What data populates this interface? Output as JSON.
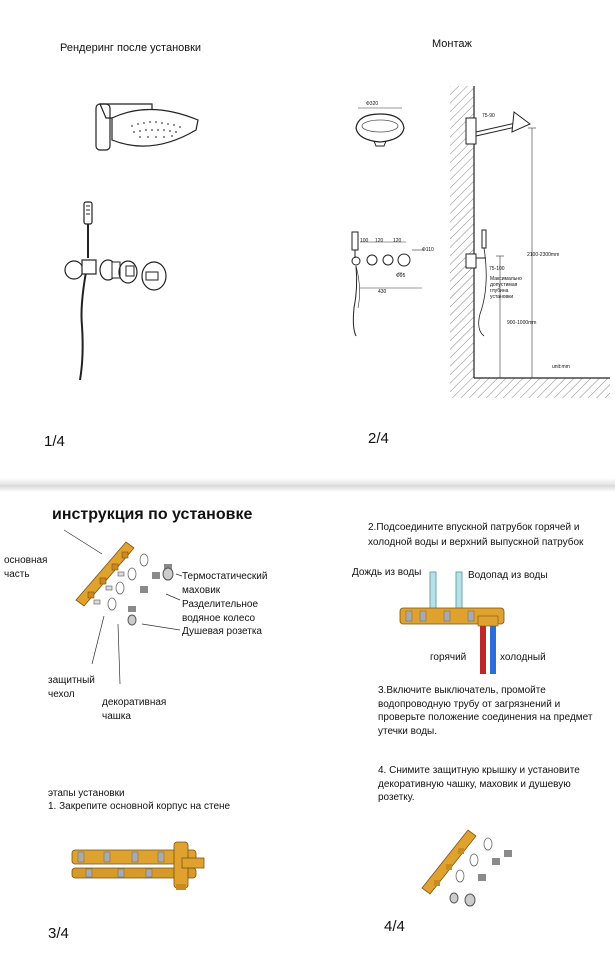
{
  "top": {
    "rendering_title": "Рендеринг после установки",
    "montage_title": "Монтаж",
    "page1": "1/4",
    "page2": "2/4",
    "dims": {
      "d420": "Ф320",
      "d7590": "75-90",
      "d100": "100",
      "d120a": "120",
      "d120b": "120",
      "d110": "Ф110",
      "d95": "Ф95",
      "d430": "430",
      "d2100": "2100-2300mm",
      "d75100": "75-100",
      "depth_note": "Максимально допустимая глубина установки",
      "d9001000": "900-1000mm",
      "unit": "unit:mm"
    }
  },
  "bottom": {
    "heading": "инструкция по установке",
    "parts": {
      "main": "основная часть",
      "thermo": "Термостатический маховик",
      "divider_wheel": "Разделительное водяное колесо",
      "shower_socket": "Душевая розетка",
      "cover": "защитный чехол",
      "cup": "декоративная чашка"
    },
    "steps_title": "этапы установки",
    "step1": "1. Закрепите основной корпус на стене",
    "step2": "2.Подсоедините впускной патрубок горячей и холодной воды и верхний выпускной патрубок",
    "rain": "Дождь из воды",
    "waterfall": "Водопад из воды",
    "hot": "горячий",
    "cold": "холодный",
    "step3": "3.Включите выключатель, промойте водопроводную трубу от загрязнений и проверьте положение соединения на предмет утечки воды.",
    "step4": "4. Снимите защитную крышку и установите декоративную чашку, маховик и душевую розетку.",
    "page3": "3/4",
    "page4": "4/4"
  }
}
